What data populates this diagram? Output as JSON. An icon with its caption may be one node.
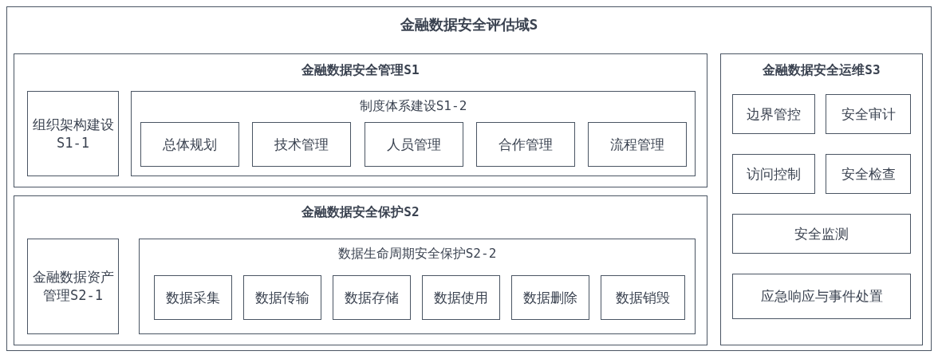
{
  "diagram": {
    "nodes": [
      {
        "text": [
          "金融数据安全评估域S"
        ]
      },
      {
        "text": [
          "金融数据安全管理S1"
        ],
        "in": 0
      },
      {
        "text": [
          "组织架构建设S1-1"
        ],
        "in": 1
      },
      {
        "text": [
          "制度体系建设S1-2"
        ],
        "in": 1
      },
      {
        "text": [
          "总体规划"
        ],
        "in": 3
      },
      {
        "text": [
          "技术管理"
        ],
        "in": 3
      },
      {
        "text": [
          "人员管理"
        ],
        "in": 3
      },
      {
        "text": [
          "合作管理"
        ],
        "in": 3
      },
      {
        "text": [
          "流程管理"
        ],
        "in": 3
      },
      {
        "text": [
          "金融数据安全保护S2"
        ],
        "in": 0
      },
      {
        "text": [
          "金融数据资产管理S2-1"
        ],
        "in": 9
      },
      {
        "text": [
          "数据生命周期安全保护S2-2"
        ],
        "in": 9
      },
      {
        "text": [
          "数据采集"
        ],
        "in": 11
      },
      {
        "text": [
          "数据传输"
        ],
        "in": 11
      },
      {
        "text": [
          "数据存储"
        ],
        "in": 11
      },
      {
        "text": [
          "数据使用"
        ],
        "in": 11
      },
      {
        "text": [
          "数据删除"
        ],
        "in": 11
      },
      {
        "text": [
          "数据销毁"
        ],
        "in": 11
      },
      {
        "text": [
          "金融数据安全运维S3"
        ],
        "in": 0
      },
      {
        "text": [
          "边界管控"
        ],
        "in": 18
      },
      {
        "text": [
          "安全审计"
        ],
        "in": 18
      },
      {
        "text": [
          "访问控制"
        ],
        "in": 18
      },
      {
        "text": [
          "安全检查"
        ],
        "in": 18
      },
      {
        "text": [
          "安全监测"
        ],
        "in": 18
      },
      {
        "text": [
          "应急响应与事件处置"
        ],
        "in": 18
      }
    ]
  }
}
